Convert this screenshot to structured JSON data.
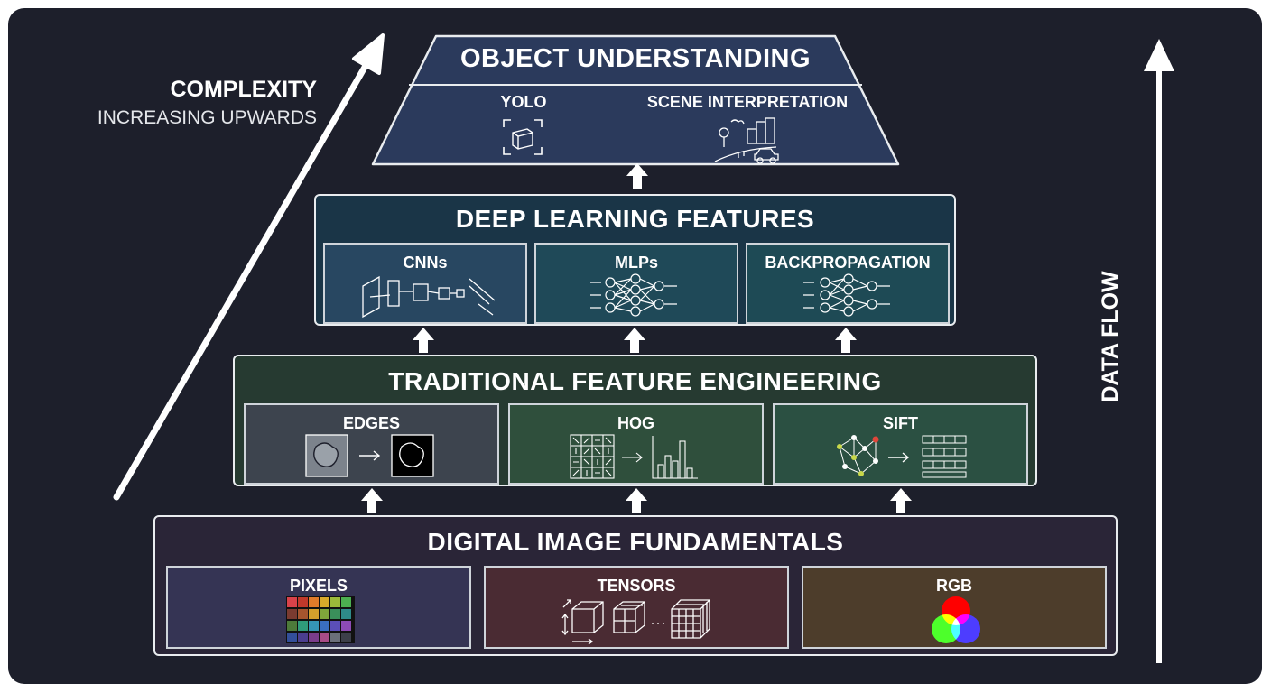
{
  "complexity": {
    "title": "COMPLEXITY",
    "subtitle": "INCREASING UPWARDS"
  },
  "data_flow": {
    "label": "DATA FLOW"
  },
  "tiers": {
    "object": {
      "title": "OBJECT UNDERSTANDING",
      "items": [
        {
          "label": "YOLO",
          "icon": "bounding-box-cube-icon"
        },
        {
          "label": "SCENE INTERPRETATION",
          "icon": "city-scene-icon"
        }
      ]
    },
    "deep": {
      "title": "DEEP LEARNING FEATURES",
      "items": [
        {
          "label": "CNNs",
          "icon": "cnn-layers-icon"
        },
        {
          "label": "MLPs",
          "icon": "neural-network-icon"
        },
        {
          "label": "BACKPROPAGATION",
          "icon": "backprop-network-icon"
        }
      ]
    },
    "traditional": {
      "title": "TRADITIONAL FEATURE ENGINEERING",
      "items": [
        {
          "label": "EDGES",
          "icon": "edge-detection-icon"
        },
        {
          "label": "HOG",
          "icon": "hog-histogram-icon"
        },
        {
          "label": "SIFT",
          "icon": "sift-keypoints-icon"
        }
      ]
    },
    "fundamentals": {
      "title": "DIGITAL IMAGE FUNDAMENTALS",
      "items": [
        {
          "label": "PIXELS",
          "icon": "pixel-grid-icon"
        },
        {
          "label": "TENSORS",
          "icon": "tensor-cubes-icon"
        },
        {
          "label": "RGB",
          "icon": "rgb-venn-icon"
        }
      ]
    }
  },
  "colors": {
    "background": "#1d1f2b",
    "object_fill": "#2b3a5c",
    "deep_title_fill": "#183748",
    "traditional_fill": "#263a31",
    "fundamentals_fill": "#2a2537"
  }
}
